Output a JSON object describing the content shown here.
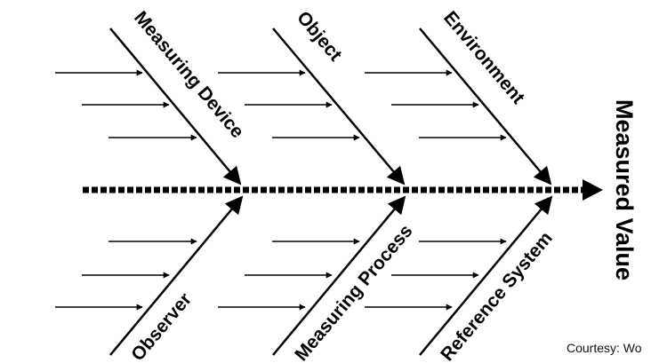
{
  "effect": "Measured Value",
  "categories": {
    "top": [
      "Measuring Device",
      "Object",
      "Environment"
    ],
    "bottom": [
      "Observer",
      "Measuring Process",
      "Reference System"
    ]
  },
  "credit": "Courtesy: Wo"
}
